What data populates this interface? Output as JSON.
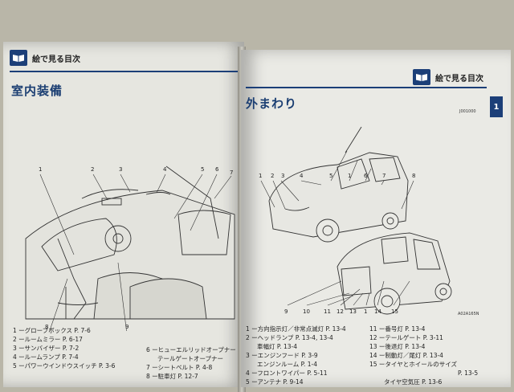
{
  "left_page": {
    "header": "絵で見る目次",
    "section_title": "室内装備",
    "callouts": [
      "1",
      "2",
      "3",
      "4",
      "5",
      "6",
      "7",
      "8",
      "9"
    ],
    "legend_col1": [
      "1 ーグローブボックス P. 7-6",
      "2 ールームミラー P. 6-17",
      "3 ーサンバイザー P. 7-2",
      "4 ールームランプ P. 7-4",
      "5 ーパワーウインドウスイッチ P. 3-6"
    ],
    "legend_col2": [
      "6 ーヒューエルリッドオープナー",
      "テールゲートオープナー",
      "7 ーシートベルト P. 4-8",
      "8 ー駐車灯 P. 12-7"
    ]
  },
  "right_page": {
    "header": "絵で見る目次",
    "tab": "1",
    "section_title": "外まわり",
    "code_top": "J001000",
    "code_bottom": "A02A165N",
    "callouts_top": [
      "1",
      "2",
      "3",
      "4",
      "5",
      "1",
      "6",
      "7",
      "8"
    ],
    "callouts_bottom": [
      "9",
      "10",
      "11",
      "12",
      "13",
      "1",
      "14",
      "15"
    ],
    "legend_col1": [
      "1 ー方向指示灯／非常点滅灯 P. 13-4",
      "2 ーヘッドランプ P. 13-4, 13-4",
      "車幅灯 P. 13-4",
      "3 ーエンジンフード P. 3-9",
      "エンジンルーム P. 1-4",
      "4 ーフロントワイパー P. 5-11",
      "5 ーアンテナ P. 9-14"
    ],
    "legend_col2": [
      "11 ー番号灯 P. 13-4",
      "12 ーテールゲート P. 3-11",
      "13 ー後退灯 P. 13-4",
      "14 ー制動灯／尾灯 P. 13-4",
      "15 ータイヤとホイールのサイズ",
      "P. 13-5",
      "タイヤ空気圧 P. 13-6"
    ]
  },
  "colors": {
    "accent": "#1c3f78",
    "paper": "#e6e6e0",
    "ink": "#222222"
  }
}
